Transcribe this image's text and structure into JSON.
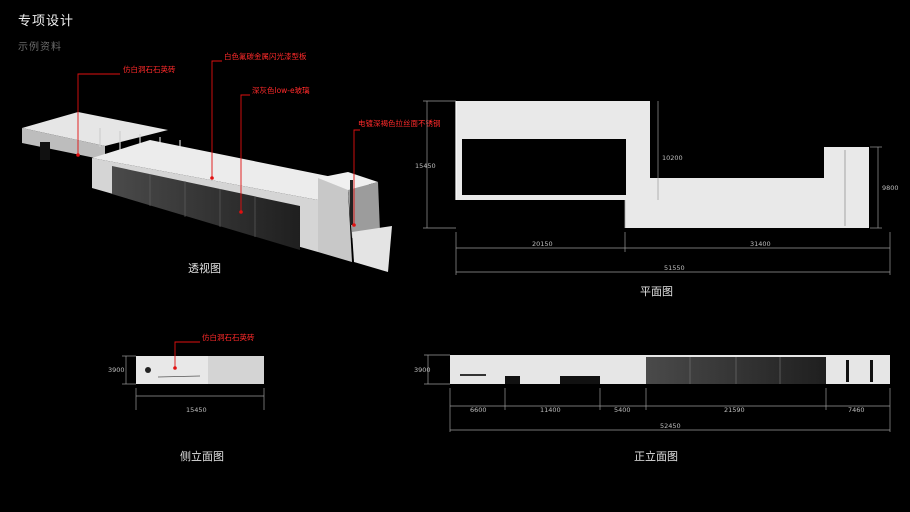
{
  "header": {
    "title": "专项设计",
    "subtitle": "示例资料"
  },
  "captions": {
    "perspective": "透视图",
    "plan": "平面图",
    "side": "侧立面图",
    "front": "正立面图"
  },
  "annotations": {
    "stone": "仿白洞石石英砖",
    "metal_panel": "白色氟碳金属闪光漆型板",
    "glass": "深灰色low-e玻璃",
    "shading": "电镀深褐色拉丝面不锈钢",
    "side_stone": "仿白洞石石英砖"
  },
  "dimensions": {
    "plan_height": "15450",
    "plan_inner": "10200",
    "plan_right": "9800",
    "plan_seg1": "20150",
    "plan_seg2": "31400",
    "plan_total": "51550",
    "side_height": "3900",
    "side_width": "15450",
    "front_height": "3900",
    "front_seg1": "6600",
    "front_seg2": "11400",
    "front_seg3": "5400",
    "front_seg4": "21590",
    "front_seg5": "7460",
    "front_total": "52450"
  }
}
